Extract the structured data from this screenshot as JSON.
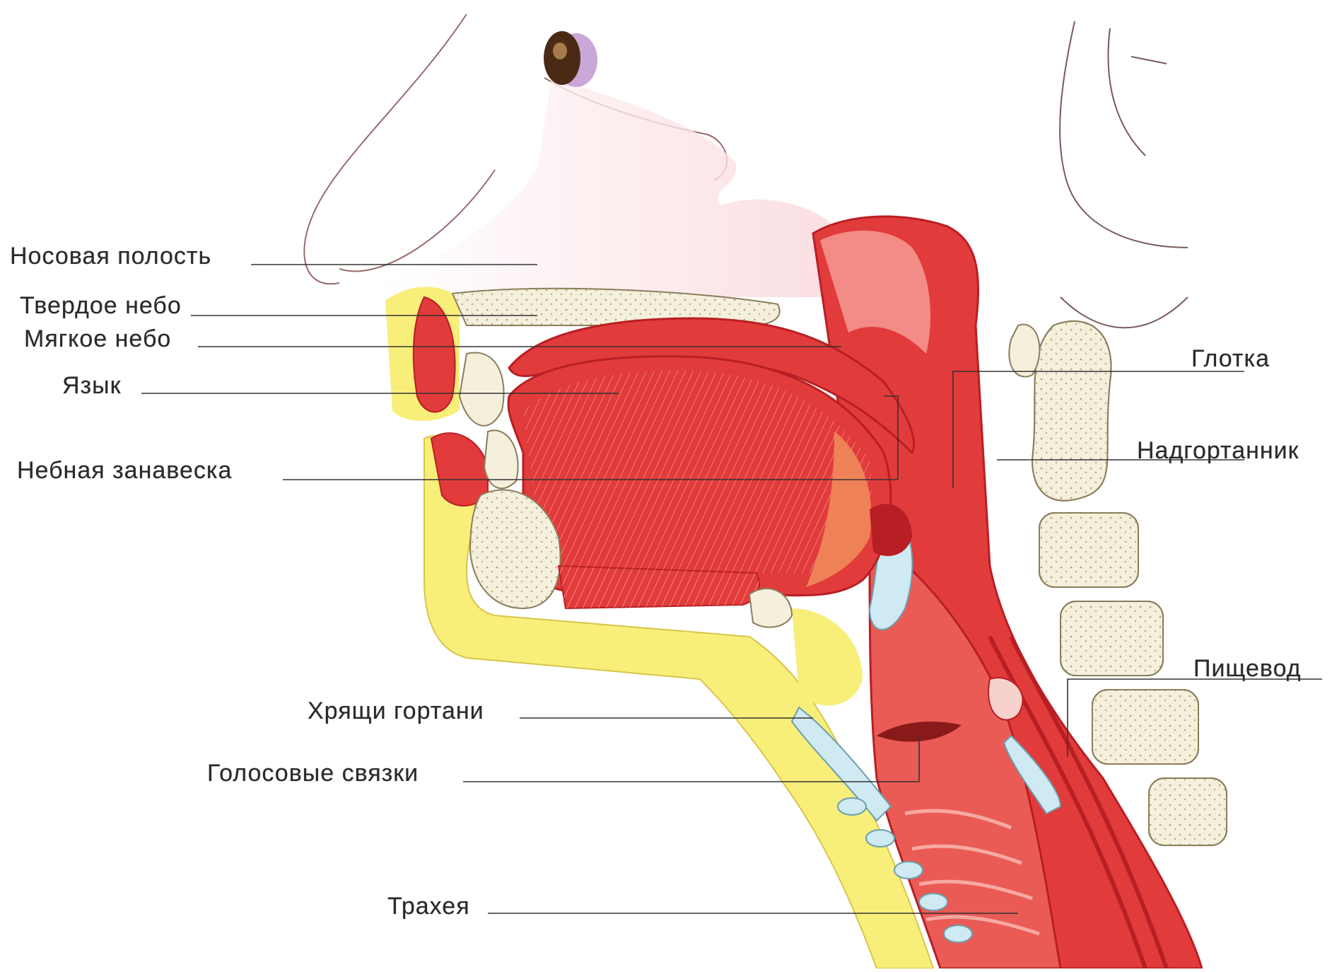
{
  "labels": {
    "nasal_cavity": "Носовая полость",
    "hard_palate": "Твердое небо",
    "soft_palate": "Мягкое небо",
    "tongue": "Язык",
    "velum": "Небная занавеска",
    "pharynx": "Глотка",
    "epiglottis": "Надгортанник",
    "esophagus": "Пищевод",
    "larynx_cartilage": "Хрящи гортани",
    "vocal_cords": "Голосовые связки",
    "trachea": "Трахея"
  },
  "colors": {
    "muscle": "#e23b3b",
    "muscle_dark": "#b81f24",
    "muscle_light": "#f38b86",
    "skin_pink": "#fbe3e6",
    "fat_yellow": "#f8ee7a",
    "bone": "#f4f0dc",
    "cartilage_blue": "#cfeaf2",
    "line": "#333333"
  }
}
